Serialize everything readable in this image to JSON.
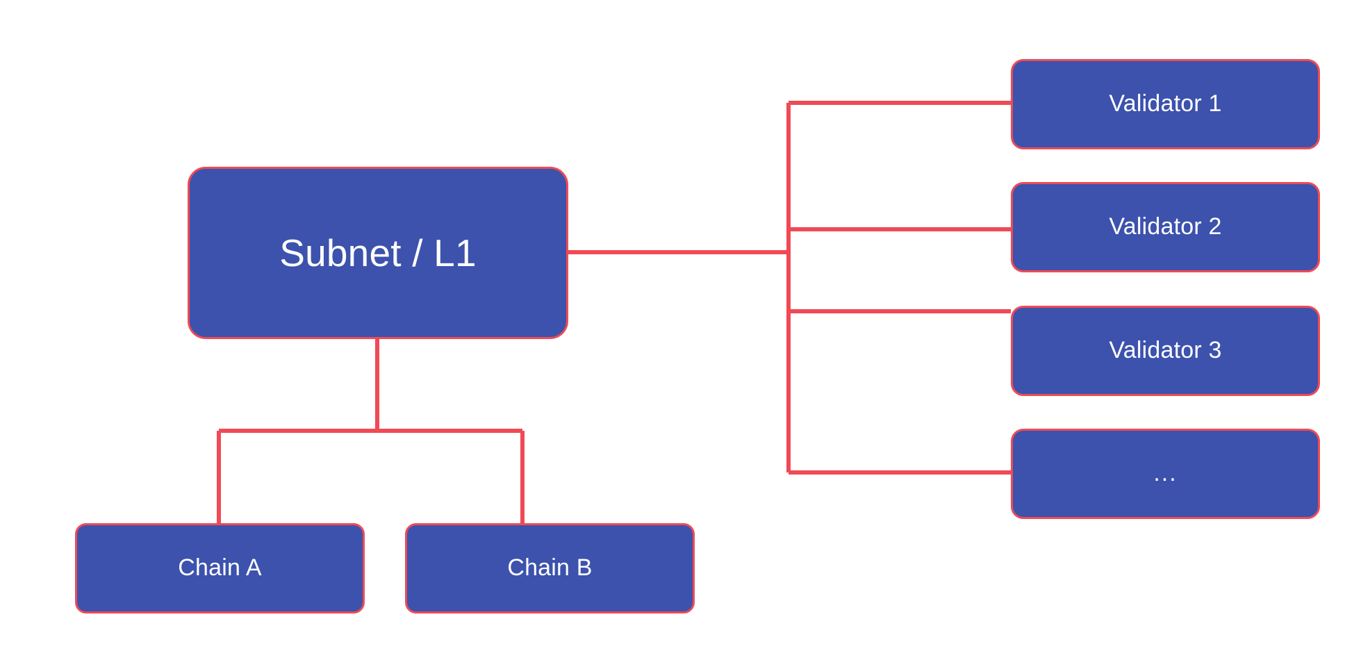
{
  "diagram": {
    "title": "Subnet / L1 architecture tree",
    "background_color": "#ffffff",
    "node_fill_color": "#3c52ad",
    "node_border_color": "#ef4a55",
    "node_text_color": "#ffffff",
    "edge_color": "#ef4a55"
  },
  "nodes": {
    "root": {
      "label": "Subnet / L1"
    },
    "chains": [
      {
        "label": "Chain A"
      },
      {
        "label": "Chain B"
      }
    ],
    "validators": [
      {
        "label": "Validator 1"
      },
      {
        "label": "Validator 2"
      },
      {
        "label": "Validator 3"
      },
      {
        "label": "..."
      }
    ]
  },
  "edges": [
    {
      "from": "Subnet / L1",
      "to": "Validator 1"
    },
    {
      "from": "Subnet / L1",
      "to": "Validator 2"
    },
    {
      "from": "Subnet / L1",
      "to": "Validator 3"
    },
    {
      "from": "Subnet / L1",
      "to": "..."
    },
    {
      "from": "Subnet / L1",
      "to": "Chain A"
    },
    {
      "from": "Subnet / L1",
      "to": "Chain B"
    }
  ]
}
